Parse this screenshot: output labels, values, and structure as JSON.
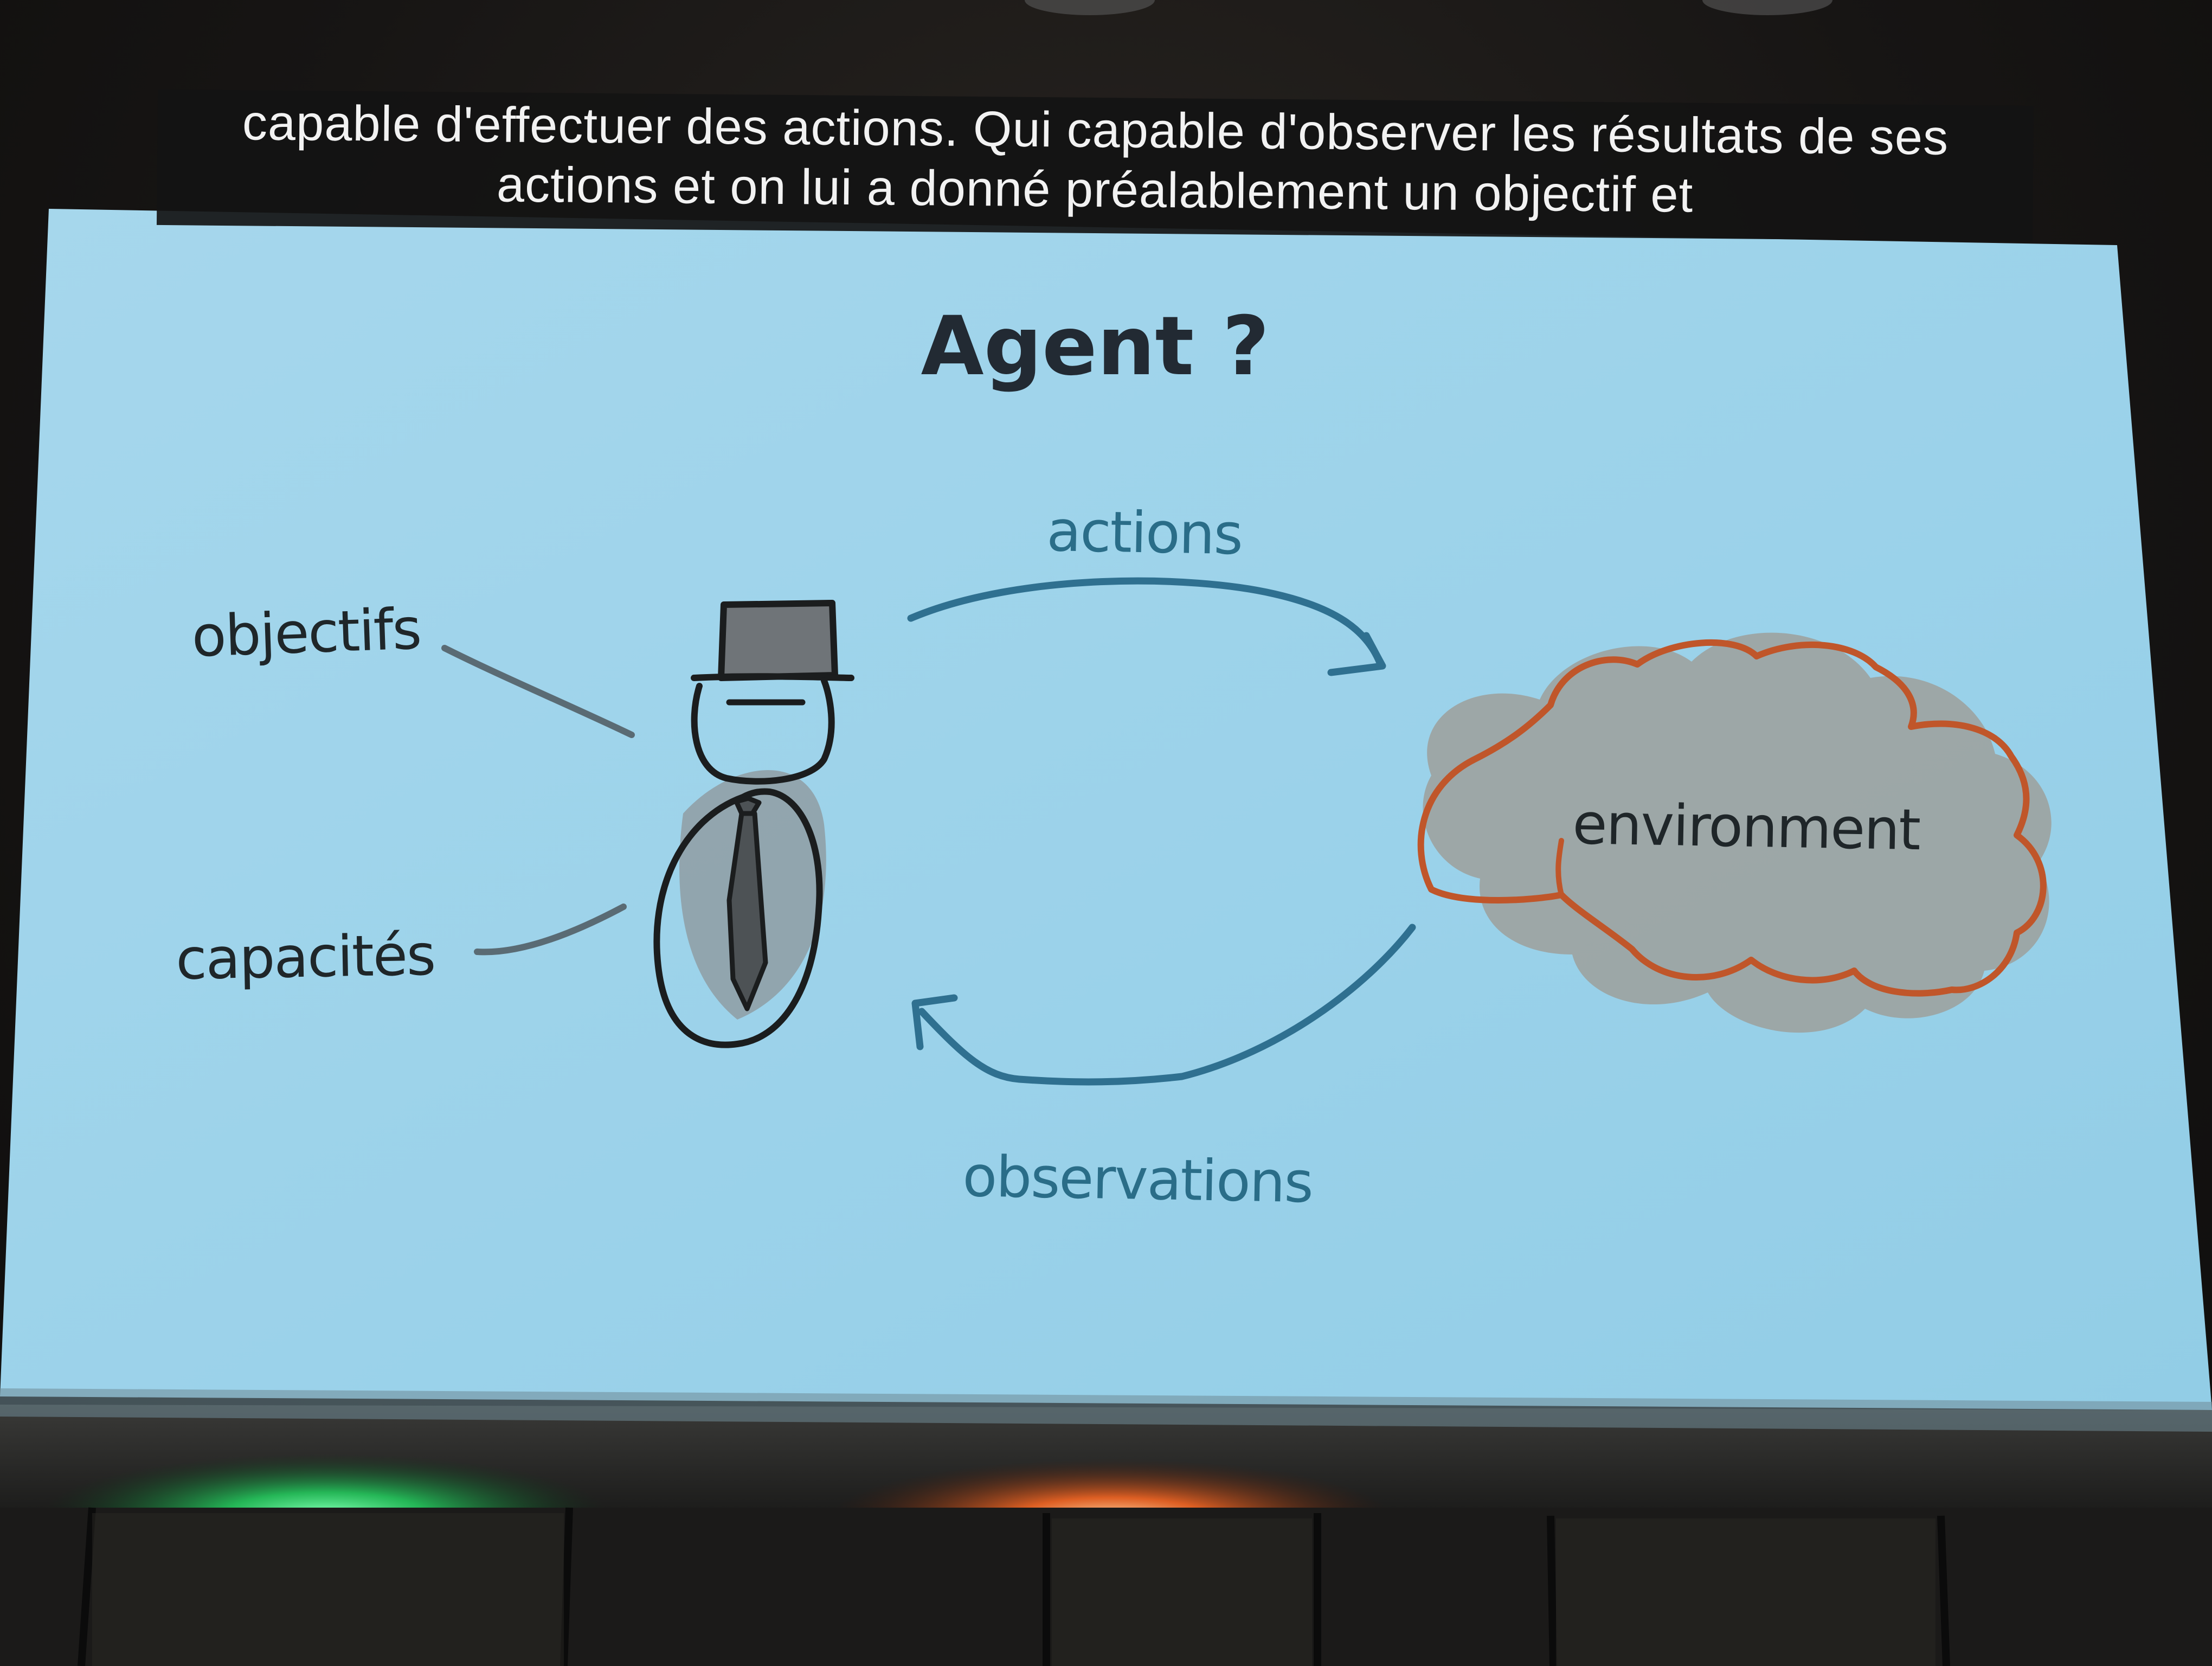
{
  "subtitles": {
    "line1": "capable d'effectuer des actions. Qui capable d'observer les résultats de ses",
    "line2": "actions et on lui a donné préalablement un objectif et"
  },
  "slide": {
    "title": "Agent ?",
    "labels": {
      "objectives": "objectifs",
      "capabilities": "capacités",
      "actions": "actions",
      "observations": "observations",
      "environment": "environment"
    }
  },
  "colors": {
    "slide_background": "#9dd3e9",
    "arrow_blue": "#2f7090",
    "cloud_outline": "#c0562a",
    "cloud_fill": "#9e9e98",
    "figure_stroke": "#1b1d1e",
    "stage_light_left": "#29d66a",
    "stage_light_right": "#ff6a24"
  },
  "icons": {
    "agent": "top-hat-stick-figure-icon",
    "environment": "cloud-icon",
    "actions_arrow": "curved-arrow-right-icon",
    "observations_arrow": "curved-arrow-left-icon"
  }
}
